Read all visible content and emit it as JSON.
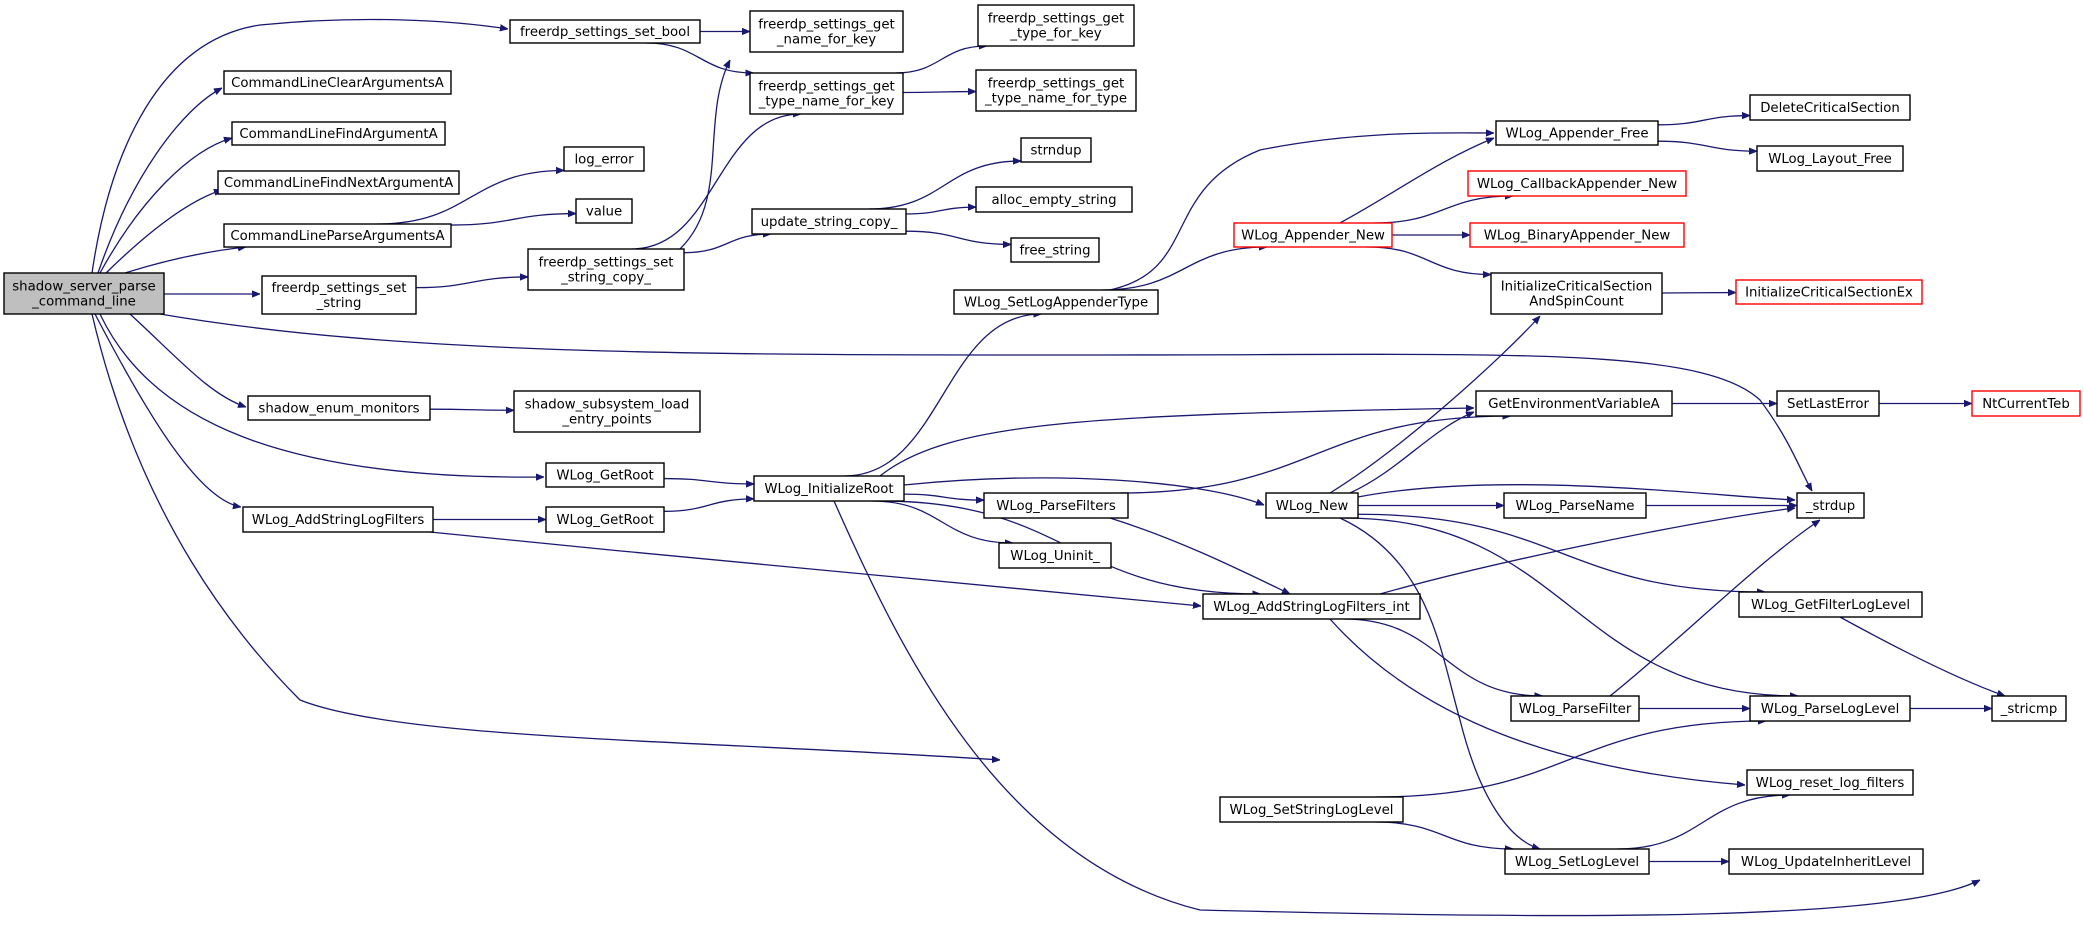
{
  "colors": {
    "edge": "#191970",
    "node_border": "#000000",
    "truncated_border": "#ff0000",
    "root_fill": "#bfbfbf",
    "node_fill": "#ffffff"
  },
  "nodes": [
    {
      "id": "root",
      "lines": [
        "shadow_server_parse",
        "_command_line"
      ],
      "style": "root"
    },
    {
      "id": "set_bool",
      "lines": [
        "freerdp_settings_set_bool"
      ]
    },
    {
      "id": "get_name_for_key",
      "lines": [
        "freerdp_settings_get",
        "_name_for_key"
      ]
    },
    {
      "id": "get_type_for_key",
      "lines": [
        "freerdp_settings_get",
        "_type_for_key"
      ]
    },
    {
      "id": "get_type_name_for_key",
      "lines": [
        "freerdp_settings_get",
        "_type_name_for_key"
      ]
    },
    {
      "id": "get_type_name_for_type",
      "lines": [
        "freerdp_settings_get",
        "_type_name_for_type"
      ]
    },
    {
      "id": "cl_clear",
      "lines": [
        "CommandLineClearArgumentsA"
      ]
    },
    {
      "id": "cl_find",
      "lines": [
        "CommandLineFindArgumentA"
      ]
    },
    {
      "id": "cl_findnext",
      "lines": [
        "CommandLineFindNextArgumentA"
      ]
    },
    {
      "id": "cl_parse",
      "lines": [
        "CommandLineParseArgumentsA"
      ]
    },
    {
      "id": "log_error",
      "lines": [
        "log_error"
      ]
    },
    {
      "id": "value",
      "lines": [
        "value"
      ]
    },
    {
      "id": "set_string",
      "lines": [
        "freerdp_settings_set",
        "_string"
      ]
    },
    {
      "id": "set_string_copy",
      "lines": [
        "freerdp_settings_set",
        "_string_copy_"
      ]
    },
    {
      "id": "update_string_copy",
      "lines": [
        "update_string_copy_"
      ]
    },
    {
      "id": "strndup",
      "lines": [
        "strndup"
      ]
    },
    {
      "id": "alloc_empty_string",
      "lines": [
        "alloc_empty_string"
      ]
    },
    {
      "id": "free_string",
      "lines": [
        "free_string"
      ]
    },
    {
      "id": "set_log_appender_type",
      "lines": [
        "WLog_SetLogAppenderType"
      ]
    },
    {
      "id": "appender_new",
      "lines": [
        "WLog_Appender_New"
      ],
      "style": "truncated"
    },
    {
      "id": "appender_free",
      "lines": [
        "WLog_Appender_Free"
      ]
    },
    {
      "id": "callback_appender_new",
      "lines": [
        "WLog_CallbackAppender_New"
      ],
      "style": "truncated"
    },
    {
      "id": "binary_appender_new",
      "lines": [
        "WLog_BinaryAppender_New"
      ],
      "style": "truncated"
    },
    {
      "id": "delete_cs",
      "lines": [
        "DeleteCriticalSection"
      ]
    },
    {
      "id": "layout_free",
      "lines": [
        "WLog_Layout_Free"
      ]
    },
    {
      "id": "init_cs_spin",
      "lines": [
        "InitializeCriticalSection",
        "AndSpinCount"
      ]
    },
    {
      "id": "init_cs_ex",
      "lines": [
        "InitializeCriticalSectionEx"
      ],
      "style": "truncated"
    },
    {
      "id": "get_env_var",
      "lines": [
        "GetEnvironmentVariableA"
      ]
    },
    {
      "id": "set_last_error",
      "lines": [
        "SetLastError"
      ]
    },
    {
      "id": "nt_current_teb",
      "lines": [
        "NtCurrentTeb"
      ],
      "style": "truncated"
    },
    {
      "id": "enum_monitors",
      "lines": [
        "shadow_enum_monitors"
      ]
    },
    {
      "id": "subsys_load",
      "lines": [
        "shadow_subsystem_load",
        "_entry_points"
      ]
    },
    {
      "id": "get_root_1",
      "lines": [
        "WLog_GetRoot"
      ]
    },
    {
      "id": "get_root_2",
      "lines": [
        "WLog_GetRoot"
      ]
    },
    {
      "id": "initialize_root",
      "lines": [
        "WLog_InitializeRoot"
      ]
    },
    {
      "id": "parse_filters",
      "lines": [
        "WLog_ParseFilters"
      ]
    },
    {
      "id": "uninit",
      "lines": [
        "WLog_Uninit_"
      ]
    },
    {
      "id": "wlog_new",
      "lines": [
        "WLog_New"
      ]
    },
    {
      "id": "parse_name",
      "lines": [
        "WLog_ParseName"
      ]
    },
    {
      "id": "strdup",
      "lines": [
        "_strdup"
      ]
    },
    {
      "id": "add_string_log_filters",
      "lines": [
        "WLog_AddStringLogFilters"
      ]
    },
    {
      "id": "add_string_log_filters_int",
      "lines": [
        "WLog_AddStringLogFilters_int"
      ]
    },
    {
      "id": "get_filter_log_level",
      "lines": [
        "WLog_GetFilterLogLevel"
      ]
    },
    {
      "id": "parse_filter",
      "lines": [
        "WLog_ParseFilter"
      ]
    },
    {
      "id": "parse_log_level",
      "lines": [
        "WLog_ParseLogLevel"
      ]
    },
    {
      "id": "stricmp",
      "lines": [
        "_stricmp"
      ]
    },
    {
      "id": "reset_log_filters",
      "lines": [
        "WLog_reset_log_filters"
      ]
    },
    {
      "id": "set_string_log_level",
      "lines": [
        "WLog_SetStringLogLevel"
      ]
    },
    {
      "id": "set_log_level",
      "lines": [
        "WLog_SetLogLevel"
      ]
    },
    {
      "id": "update_inherit_level",
      "lines": [
        "WLog_UpdateInheritLevel"
      ]
    }
  ],
  "edges": [
    {
      "from": "root",
      "to": "set_bool"
    },
    {
      "from": "root",
      "to": "cl_clear"
    },
    {
      "from": "root",
      "to": "cl_find"
    },
    {
      "from": "root",
      "to": "cl_findnext"
    },
    {
      "from": "root",
      "to": "cl_parse"
    },
    {
      "from": "root",
      "to": "set_string"
    },
    {
      "from": "root",
      "to": "strdup"
    },
    {
      "from": "root",
      "to": "enum_monitors"
    },
    {
      "from": "root",
      "to": "get_root_1"
    },
    {
      "from": "root",
      "to": "add_string_log_filters"
    },
    {
      "from": "root",
      "to": "set_string_log_level"
    },
    {
      "from": "set_bool",
      "to": "get_name_for_key"
    },
    {
      "from": "set_bool",
      "to": "get_type_name_for_key"
    },
    {
      "from": "get_type_name_for_key",
      "to": "get_type_for_key"
    },
    {
      "from": "get_type_name_for_key",
      "to": "get_type_name_for_type"
    },
    {
      "from": "cl_parse",
      "to": "log_error"
    },
    {
      "from": "cl_parse",
      "to": "value"
    },
    {
      "from": "set_string",
      "to": "set_string_copy"
    },
    {
      "from": "set_string_copy",
      "to": "get_name_for_key"
    },
    {
      "from": "set_string_copy",
      "to": "get_type_name_for_key"
    },
    {
      "from": "set_string_copy",
      "to": "update_string_copy"
    },
    {
      "from": "update_string_copy",
      "to": "strndup"
    },
    {
      "from": "update_string_copy",
      "to": "alloc_empty_string"
    },
    {
      "from": "update_string_copy",
      "to": "free_string"
    },
    {
      "from": "enum_monitors",
      "to": "subsys_load"
    },
    {
      "from": "get_root_1",
      "to": "initialize_root"
    },
    {
      "from": "add_string_log_filters",
      "to": "get_root_2"
    },
    {
      "from": "add_string_log_filters",
      "to": "add_string_log_filters_int"
    },
    {
      "from": "get_root_2",
      "to": "initialize_root"
    },
    {
      "from": "initialize_root",
      "to": "set_log_appender_type"
    },
    {
      "from": "initialize_root",
      "to": "get_env_var"
    },
    {
      "from": "initialize_root",
      "to": "wlog_new"
    },
    {
      "from": "initialize_root",
      "to": "parse_filters"
    },
    {
      "from": "initialize_root",
      "to": "uninit"
    },
    {
      "from": "initialize_root",
      "to": "add_string_log_filters_int"
    },
    {
      "from": "initialize_root",
      "to": "stricmp"
    },
    {
      "from": "set_log_appender_type",
      "to": "appender_free"
    },
    {
      "from": "set_log_appender_type",
      "to": "appender_new"
    },
    {
      "from": "appender_new",
      "to": "appender_free"
    },
    {
      "from": "appender_new",
      "to": "callback_appender_new"
    },
    {
      "from": "appender_new",
      "to": "binary_appender_new"
    },
    {
      "from": "appender_new",
      "to": "init_cs_spin"
    },
    {
      "from": "appender_free",
      "to": "delete_cs"
    },
    {
      "from": "appender_free",
      "to": "layout_free"
    },
    {
      "from": "init_cs_spin",
      "to": "init_cs_ex"
    },
    {
      "from": "parse_filters",
      "to": "get_env_var"
    },
    {
      "from": "parse_filters",
      "to": "add_string_log_filters_int"
    },
    {
      "from": "wlog_new",
      "to": "init_cs_spin"
    },
    {
      "from": "wlog_new",
      "to": "get_env_var"
    },
    {
      "from": "wlog_new",
      "to": "strdup"
    },
    {
      "from": "wlog_new",
      "to": "parse_name"
    },
    {
      "from": "wlog_new",
      "to": "get_filter_log_level"
    },
    {
      "from": "wlog_new",
      "to": "parse_log_level"
    },
    {
      "from": "wlog_new",
      "to": "set_log_level"
    },
    {
      "from": "get_env_var",
      "to": "set_last_error"
    },
    {
      "from": "set_last_error",
      "to": "nt_current_teb"
    },
    {
      "from": "parse_name",
      "to": "strdup"
    },
    {
      "from": "add_string_log_filters_int",
      "to": "strdup"
    },
    {
      "from": "add_string_log_filters_int",
      "to": "parse_filter"
    },
    {
      "from": "add_string_log_filters_int",
      "to": "reset_log_filters"
    },
    {
      "from": "parse_filter",
      "to": "strdup"
    },
    {
      "from": "parse_filter",
      "to": "parse_log_level"
    },
    {
      "from": "get_filter_log_level",
      "to": "stricmp"
    },
    {
      "from": "parse_log_level",
      "to": "stricmp"
    },
    {
      "from": "set_string_log_level",
      "to": "parse_log_level"
    },
    {
      "from": "set_string_log_level",
      "to": "set_log_level"
    },
    {
      "from": "set_log_level",
      "to": "reset_log_filters"
    },
    {
      "from": "set_log_level",
      "to": "update_inherit_level"
    }
  ]
}
